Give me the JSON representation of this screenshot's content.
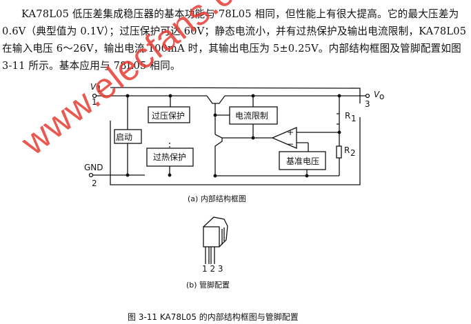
{
  "paragraph": "KA78L05 低压差集成稳压器的基本功能与 78L05 相同，但性能上有很大提高。它的最大压差为 0.6V（典型值为 0.1V）；过压保护可达 60V；静态电流小，并有过热保护及输出电流限制，KA78L05 在输入电压 6～26V，输出电流 100mA 时，其输出电压为 5±0.25V。内部结构框图及管脚配置如图 3-11 所示。基本应用与 78L05 相同。",
  "diagram": {
    "vin_label": "V",
    "vin_sub": "1",
    "pin1": "1",
    "vout_label": "V",
    "vout_sub": "o",
    "pin3": "3",
    "gnd_label": "GND",
    "pin2": "2",
    "overvoltage_block": "过压保护",
    "startup_block": "启动",
    "thermal_block": "过热保护",
    "current_limit_block": "电流限制",
    "reference_block": "基准电压",
    "r1": "R",
    "r1_sub": "1",
    "r2": "R",
    "r2_sub": "2",
    "plus": "+",
    "minus": "−",
    "caption_a": "(a)  内部结构框图"
  },
  "package": {
    "pins": "1 2 3",
    "caption_b": "(b)  管脚配置"
  },
  "figure_caption": "图 3-11   KA78L05 的内部结构框图与管脚配置",
  "watermark": "www.elecfans.com"
}
